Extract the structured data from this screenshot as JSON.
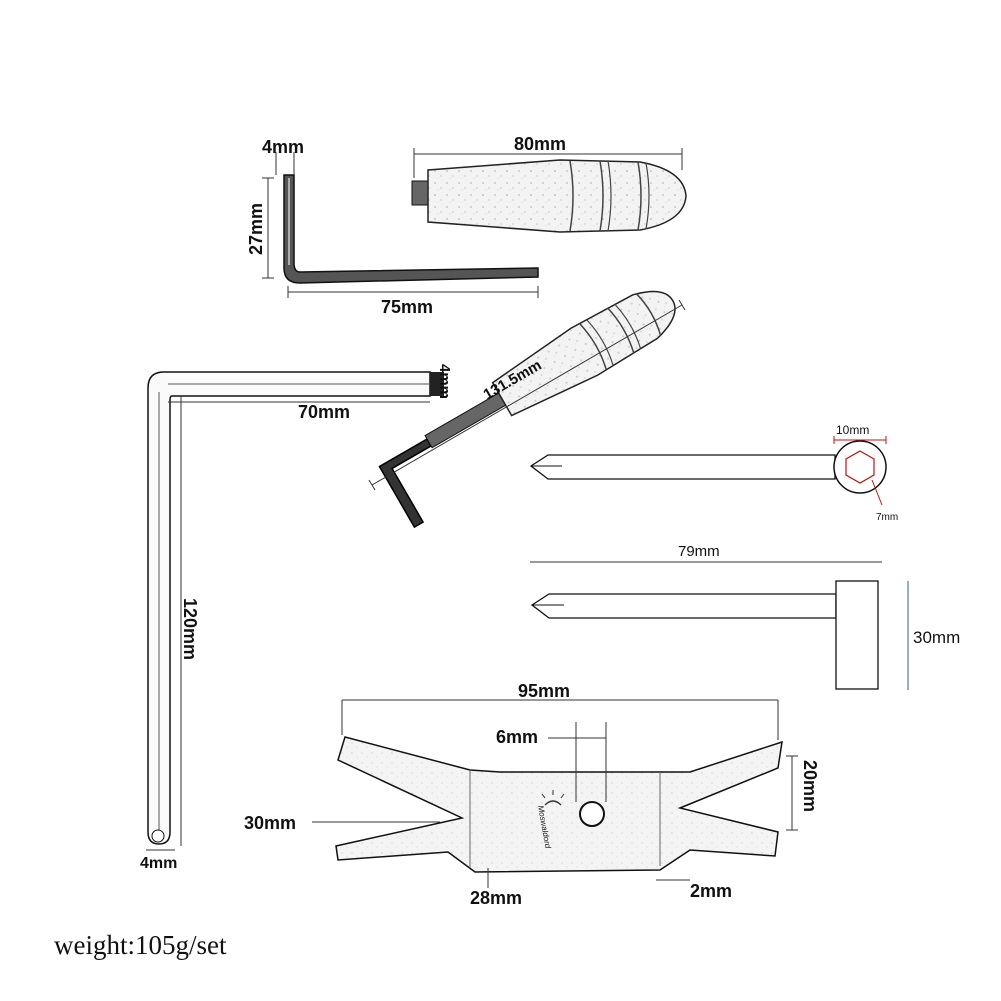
{
  "labels": {
    "wrench_small_thickness": "4mm",
    "wrench_small_height": "27mm",
    "wrench_small_length": "75mm",
    "handle_length": "80mm",
    "hex_driver_length": "131.5mm",
    "large_wrench_thickness_top": "4mm",
    "large_wrench_arm": "70mm",
    "large_wrench_height": "120mm",
    "large_wrench_thickness_bottom": "4mm",
    "socket_width": "10mm",
    "socket_hex": "7mm",
    "tbar_length": "79mm",
    "tbar_head": "30mm",
    "spanner_length": "95mm",
    "spanner_hole": "6mm",
    "spanner_height": "20mm",
    "spanner_slot": "30mm",
    "spanner_center": "28mm",
    "spanner_thickness": "2mm",
    "brand": "Moswaldord"
  },
  "weight": "weight:105g/set"
}
